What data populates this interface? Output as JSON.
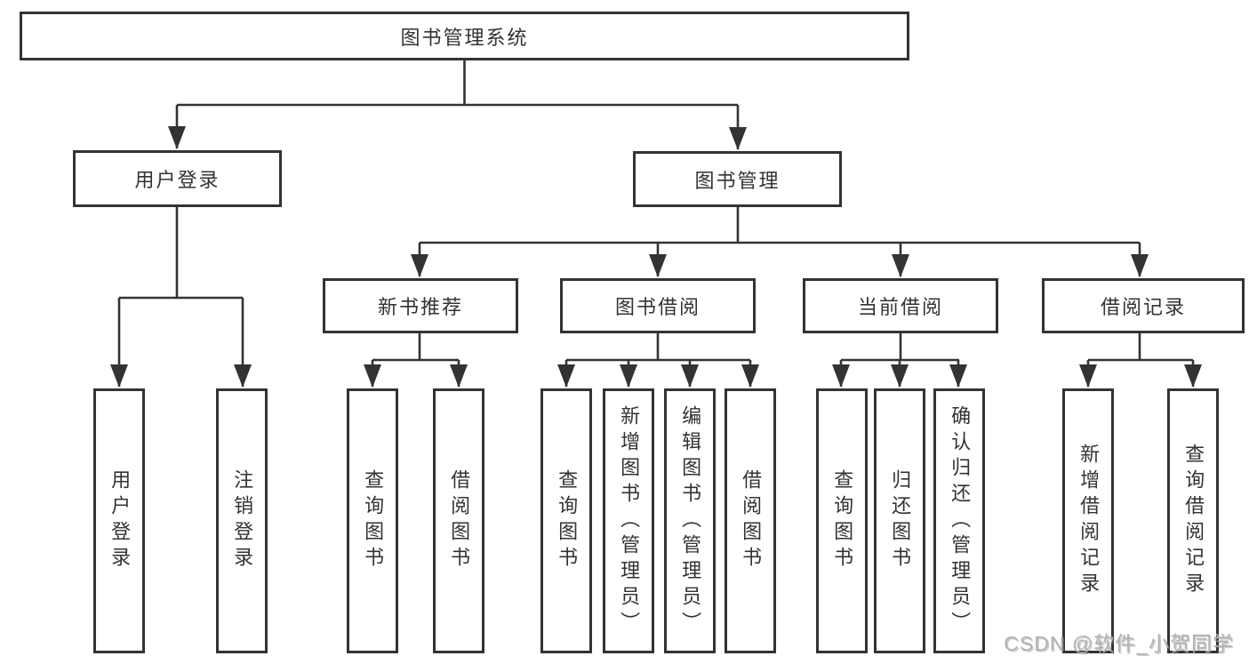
{
  "diagram": {
    "root": {
      "label": "图书管理系统"
    },
    "user_branch": {
      "label": "用户登录",
      "leaves": [
        "用户登录",
        "注销登录"
      ]
    },
    "mgmt_branch": {
      "label": "图书管理",
      "categories": [
        {
          "label": "新书推荐",
          "leaves": [
            "查询图书",
            "借阅图书"
          ]
        },
        {
          "label": "图书借阅",
          "leaves": [
            "查询图书",
            "新增图书（管理员）",
            "编辑图书（管理员）",
            "借阅图书"
          ]
        },
        {
          "label": "当前借阅",
          "leaves": [
            "查询图书",
            "归还图书",
            "确认归还（管理员）"
          ]
        },
        {
          "label": "借阅记录",
          "leaves": [
            "新增借阅记录",
            "查询借阅记录"
          ]
        }
      ]
    },
    "colors": {
      "line": "#333333",
      "box_border": "#333333",
      "text": "#333333",
      "background": "#ffffff",
      "watermark": "#b3b0b0"
    }
  },
  "watermark": {
    "text": "CSDN @软件_小贺同学"
  }
}
